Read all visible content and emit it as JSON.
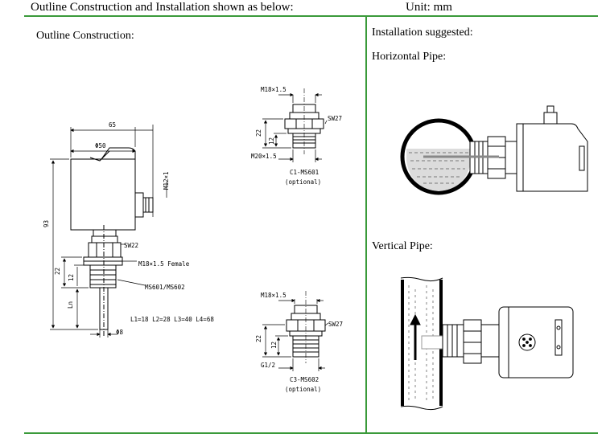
{
  "header": {
    "title": "Outline Construction and Installation shown as below:",
    "unit": "Unit: mm"
  },
  "left": {
    "section_title": "Outline Construction:",
    "main_dims": {
      "width": "65",
      "dia": "Φ50",
      "connector": "M12×1",
      "height": "93",
      "h22": "22",
      "h12": "12",
      "ln": "Ln",
      "sw": "SW22",
      "thread": "M18×1.5 Female",
      "model": "MS601/MS602",
      "lengths": "L1=18  L2=28  L3=40  L4=68",
      "probe_dia": "Φ8"
    },
    "fitting_c1": {
      "thread_top": "M18×1.5",
      "sw": "SW27",
      "h22": "22",
      "h12": "12",
      "thread_bottom": "M20×1.5",
      "name": "C1-MS601",
      "note": "(optional)"
    },
    "fitting_c3": {
      "thread_top": "M18×1.5",
      "sw": "SW27",
      "h22": "22",
      "h12": "12",
      "thread_bottom": "G1/2",
      "name": "C3-MS602",
      "note": "(optional)"
    }
  },
  "right": {
    "title": "Installation suggested:",
    "horizontal": "Horizontal Pipe:",
    "vertical": "Vertical Pipe:"
  },
  "colors": {
    "rule": "#3a9a3a",
    "line": "#000000",
    "fluid": "#555555"
  }
}
